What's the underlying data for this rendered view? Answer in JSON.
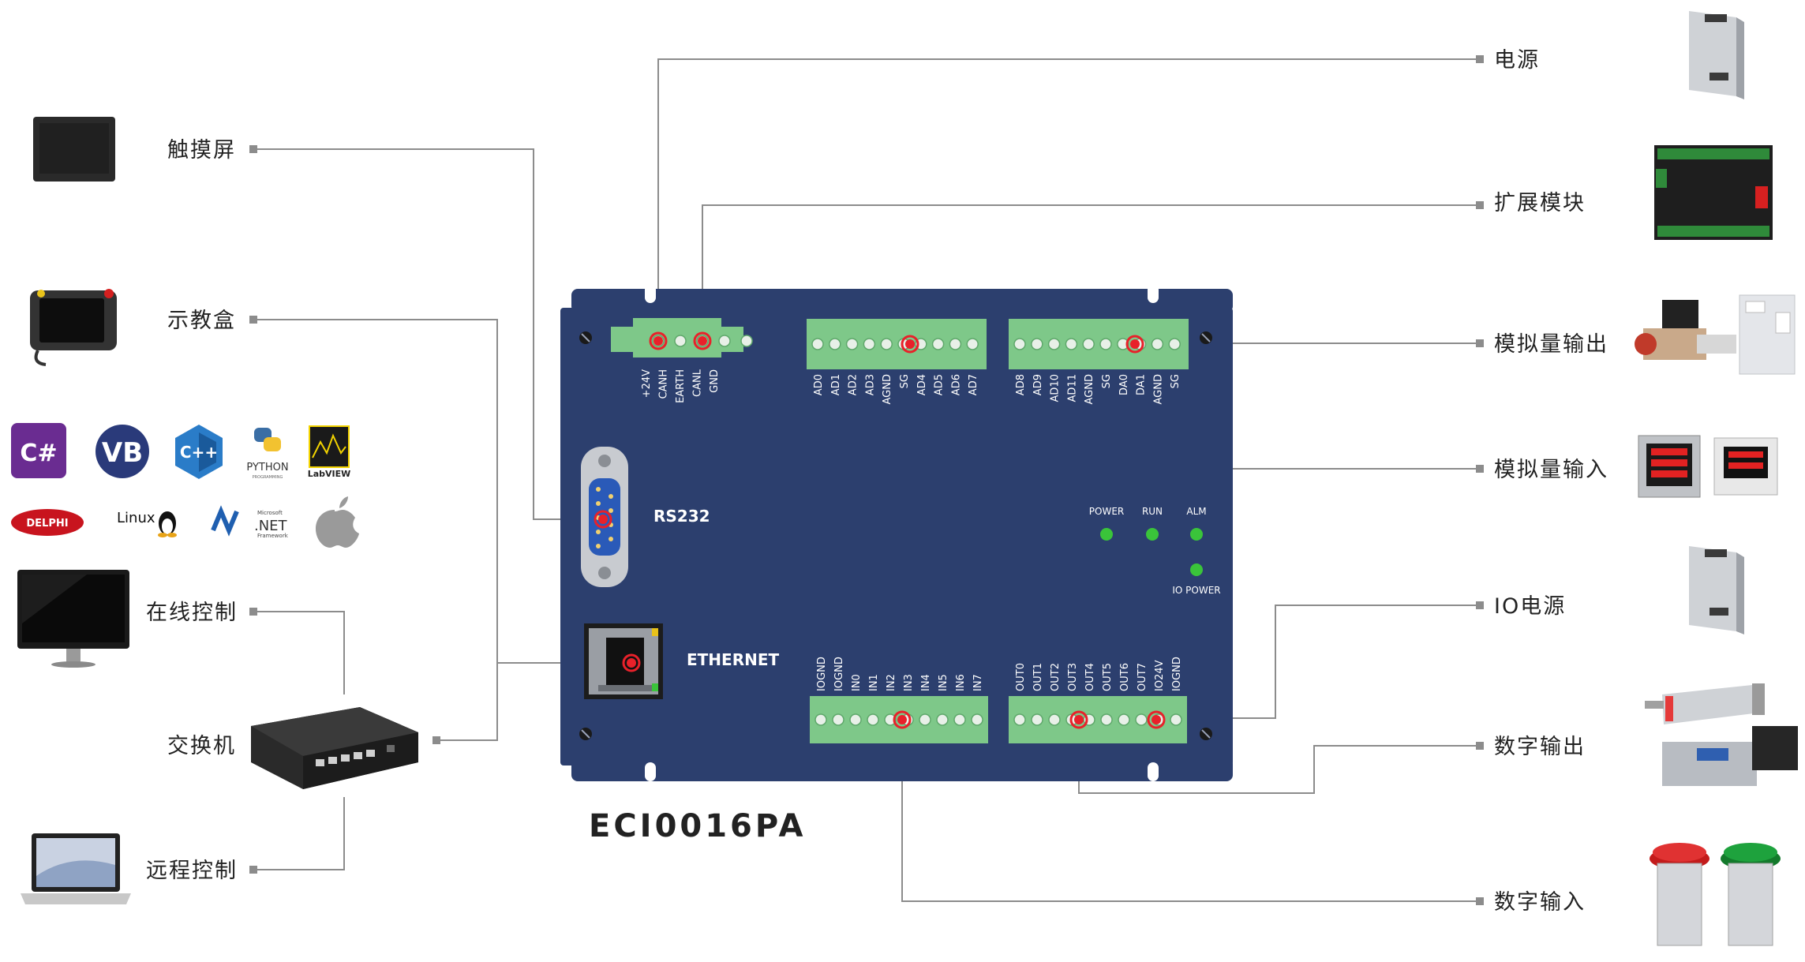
{
  "model": "ECI0016PA",
  "left_labels": {
    "touch": "触摸屏",
    "teach": "示教盒",
    "online": "在线控制",
    "switch": "交换机",
    "remote": "远程控制"
  },
  "right_labels": {
    "power": "电源",
    "ext": "扩展模块",
    "ao": "模拟量输出",
    "ai": "模拟量输入",
    "iopower": "IO电源",
    "dout": "数字输出",
    "din": "数字输入"
  },
  "software": {
    "csharp": "C#",
    "vb": "VB",
    "cpp": "C++",
    "python": "PYTHON",
    "python_sub": "PROGRAMMING",
    "labview": "LabVIEW",
    "delphi": "DELPHI",
    "linux": "Linux",
    "net_top": "Microsoft",
    "net": ".NET",
    "net_sub": "Framework"
  },
  "board": {
    "rs232": "RS232",
    "ethernet": "ETHERNET",
    "leds": [
      "POWER",
      "RUN",
      "ALM"
    ],
    "io_power": "IO POWER",
    "can_pins": [
      "+24V",
      "CANH",
      "EARTH",
      "CANL",
      "GND"
    ],
    "ad_pins_a": [
      "AD0",
      "AD1",
      "AD2",
      "AD3",
      "AGND",
      "SG",
      "AD4",
      "AD5",
      "AD6",
      "AD7"
    ],
    "ad_pins_b": [
      "AD8",
      "AD9",
      "AD10",
      "AD11",
      "AGND",
      "SG",
      "DA0",
      "DA1",
      "AGND",
      "SG"
    ],
    "in_pins": [
      "IOGND",
      "IOGND",
      "IN0",
      "IN1",
      "IN2",
      "IN3",
      "IN4",
      "IN5",
      "IN6",
      "IN7"
    ],
    "out_pins": [
      "OUT0",
      "OUT1",
      "OUT2",
      "OUT3",
      "OUT4",
      "OUT5",
      "OUT6",
      "OUT7",
      "IO24V",
      "IOGND"
    ]
  },
  "colors": {
    "board": "#2c3f6e",
    "terminal": "#7ec889",
    "line": "#8c8c8c",
    "highlight": "#e8212a",
    "led": "#3ac43a"
  }
}
